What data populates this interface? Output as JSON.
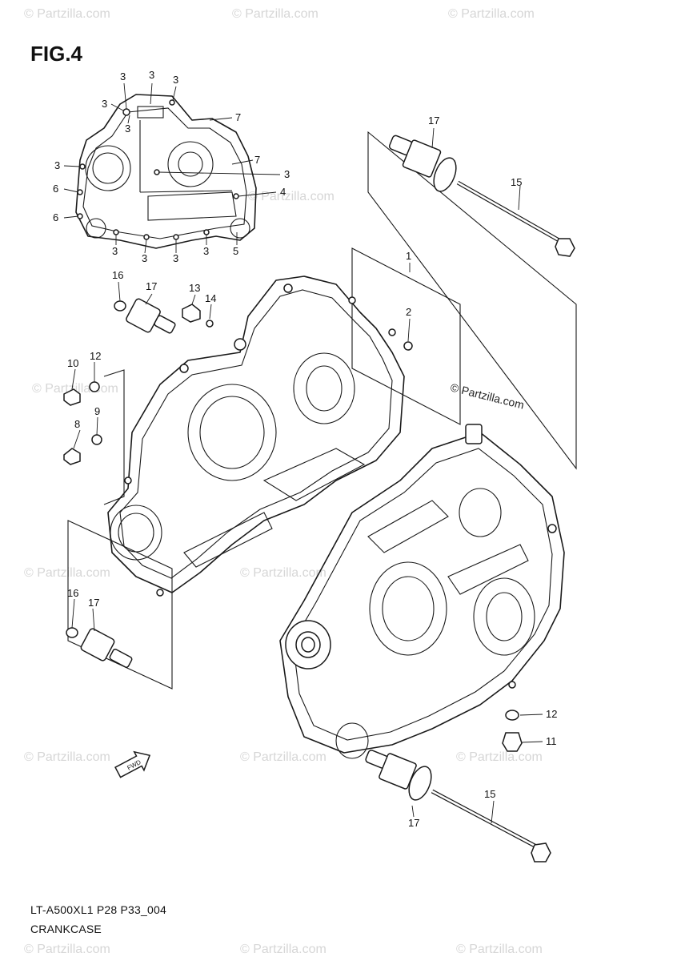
{
  "figure": {
    "title": "FIG.4"
  },
  "footer": {
    "code": "LT-A500XL1 P28 P33_004",
    "name": "CRANKCASE"
  },
  "watermark": {
    "text": "© Partzilla.com",
    "color": "#d6d6d6"
  },
  "front_indicator": {
    "label": "FWD"
  },
  "callouts": {
    "c1": "1",
    "c2": "2",
    "c3": "3",
    "c4": "4",
    "c5": "5",
    "c6": "6",
    "c7": "7",
    "c8": "8",
    "c9": "9",
    "c10": "10",
    "c11": "11",
    "c12": "12",
    "c13": "13",
    "c14": "14",
    "c15": "15",
    "c16": "16",
    "c17": "17"
  }
}
